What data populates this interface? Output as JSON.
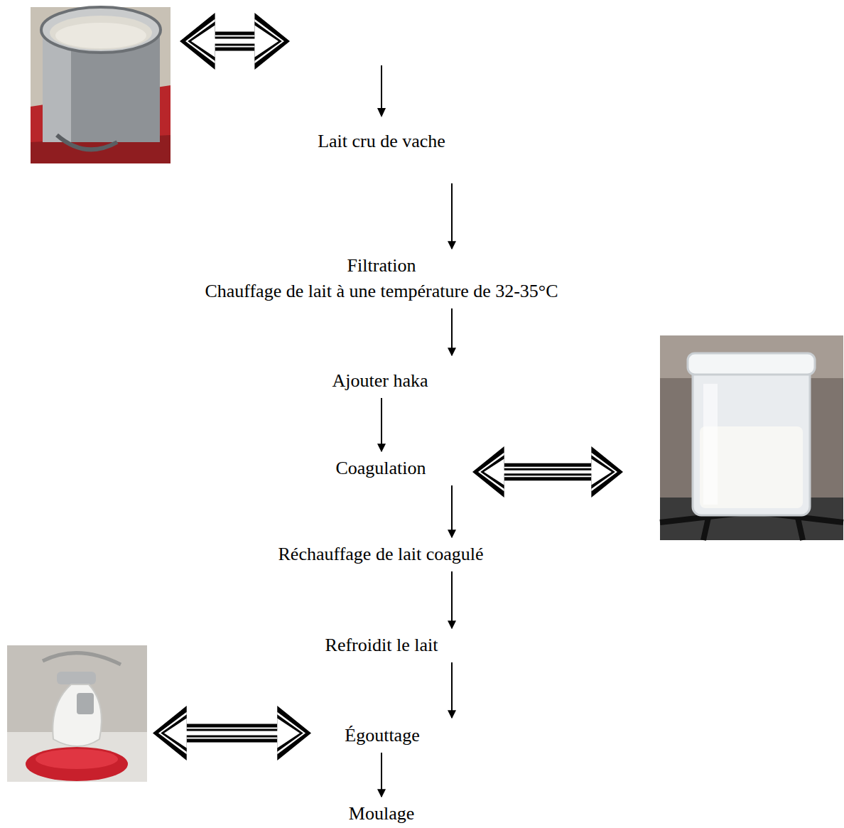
{
  "diagram": {
    "nodes": [
      {
        "text": [
          "Lait cru de vache"
        ]
      },
      {
        "text": [
          "Filtration",
          "Chauffage de lait à une température de 32-35°C"
        ]
      },
      {
        "text": [
          "Ajouter haka"
        ]
      },
      {
        "text": [
          "Coagulation"
        ]
      },
      {
        "text": [
          "Réchauffage de lait coagulé"
        ]
      },
      {
        "text": [
          "Refroidit le lait"
        ]
      },
      {
        "text": [
          "Égouttage"
        ]
      },
      {
        "text": [
          "Moulage"
        ]
      }
    ],
    "edges": [
      {
        "from": 0,
        "to": 1,
        "arrow": "to"
      },
      {
        "from": 1,
        "to": 2,
        "arrow": "to"
      },
      {
        "from": 2,
        "to": 3,
        "arrow": "to"
      },
      {
        "from": 3,
        "to": 4,
        "arrow": "to"
      },
      {
        "from": 4,
        "to": 5,
        "arrow": "to"
      },
      {
        "from": 5,
        "to": 6,
        "arrow": "to"
      },
      {
        "from": 6,
        "to": 7,
        "arrow": "to"
      }
    ]
  }
}
